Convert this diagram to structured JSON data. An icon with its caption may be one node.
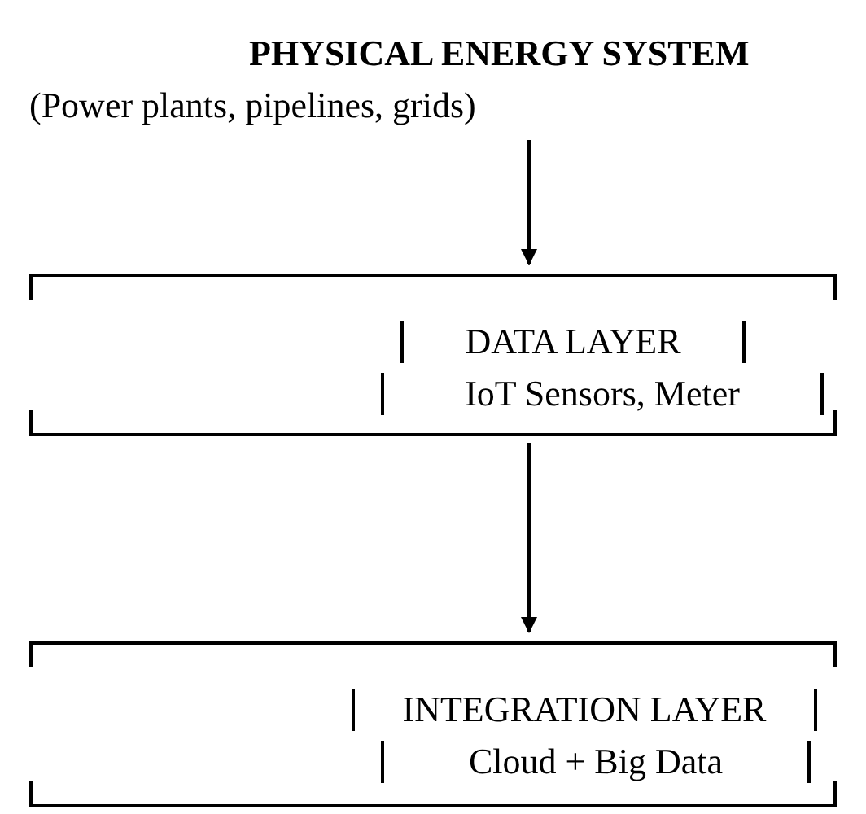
{
  "diagram": {
    "nodes": [
      {
        "text": [
          "PHYSICAL ENERGY SYSTEM",
          "(Power plants, pipelines, grids)"
        ]
      },
      {
        "text": [
          "DATA LAYER",
          "IoT Sensors, Meter"
        ]
      },
      {
        "text": [
          "INTEGRATION LAYER",
          "Cloud + Big Data"
        ]
      }
    ],
    "edges": [
      {
        "from": 0,
        "to": 1,
        "arrow": "to"
      },
      {
        "from": 1,
        "to": 2,
        "arrow": "to"
      }
    ]
  }
}
